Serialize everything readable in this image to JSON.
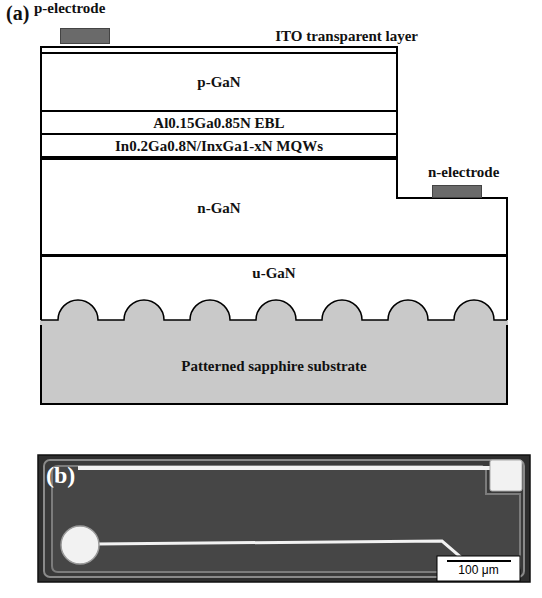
{
  "diagram": {
    "nodes": [
      {
        "text": [
          "p-electrode"
        ]
      },
      {
        "text": [
          "ITO transparent layer"
        ]
      },
      {
        "text": [
          "p-GaN"
        ]
      },
      {
        "text": [
          "Al0.15Ga0.85N EBL"
        ]
      },
      {
        "text": [
          "In0.2Ga0.8N/InxGa1-xN MQWs"
        ]
      },
      {
        "text": [
          "n-GaN"
        ]
      },
      {
        "text": [
          "n-electrode"
        ]
      },
      {
        "text": [
          "u-GaN"
        ]
      },
      {
        "text": [
          "Patterned sapphire substrate"
        ]
      }
    ],
    "labels": [
      "(a)",
      "(b)",
      "100 μm"
    ]
  }
}
